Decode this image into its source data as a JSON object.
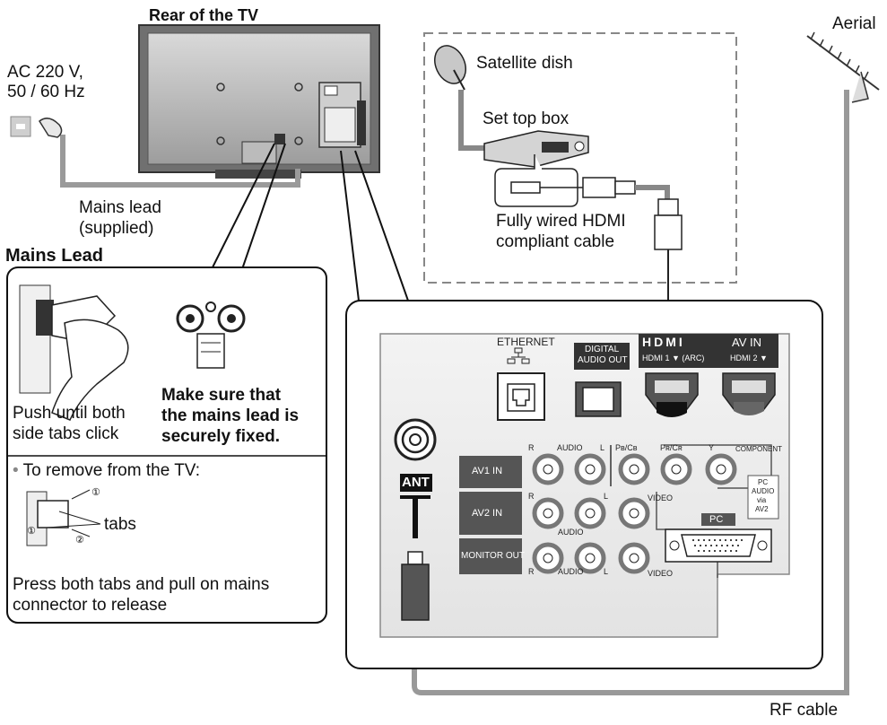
{
  "rear_title": "Rear of the TV",
  "power": {
    "line1": "AC 220 V,",
    "line2": "50 / 60 Hz"
  },
  "mains_lead_label": {
    "line1": "Mains lead",
    "line2": "(supplied)"
  },
  "mains_section": {
    "heading": "Mains Lead",
    "push_text": [
      "Push until both",
      "side tabs click"
    ],
    "make_sure": [
      "Make sure that",
      "the mains lead is",
      "securely fixed."
    ],
    "remove_heading": "To remove from the TV:",
    "tabs_label": "tabs",
    "press_text": [
      "Press both tabs and pull on mains",
      "connector to release"
    ]
  },
  "satellite": {
    "dish": "Satellite dish",
    "stb": "Set top box",
    "cable": [
      "Fully wired HDMI",
      "compliant cable"
    ]
  },
  "aerial": "Aerial",
  "rf_cable": "RF cable",
  "terminal_panel": {
    "ethernet": "ETHERNET",
    "digital_audio_out": [
      "DIGITAL",
      "AUDIO OUT"
    ],
    "hdmi_logo": "HDMI",
    "av_in": "AV IN",
    "hdmi1": "HDMI 1 ▼ (ARC)",
    "hdmi2": "HDMI 2 ▼",
    "ant": "ANT",
    "av1_in": "AV1 IN",
    "av2_in": "AV2 IN",
    "monitor_out": "MONITOR OUT",
    "audio": "AUDIO",
    "r": "R",
    "l": "L",
    "pb": "Pʙ/Cʙ",
    "pr": "Pʀ/Cʀ",
    "y": "Y",
    "component": "COMPONENT",
    "video": "VIDEO",
    "pc": "PC",
    "pc_audio": [
      "PC",
      "AUDIO",
      "via",
      "AV2"
    ]
  },
  "icons": [
    "tv-rear-icon",
    "power-socket-icon",
    "satellite-dish-icon",
    "set-top-box-icon",
    "hdmi-plug-icon",
    "aerial-icon",
    "mains-connector-icon",
    "hand-icon",
    "rf-plug-icon"
  ]
}
